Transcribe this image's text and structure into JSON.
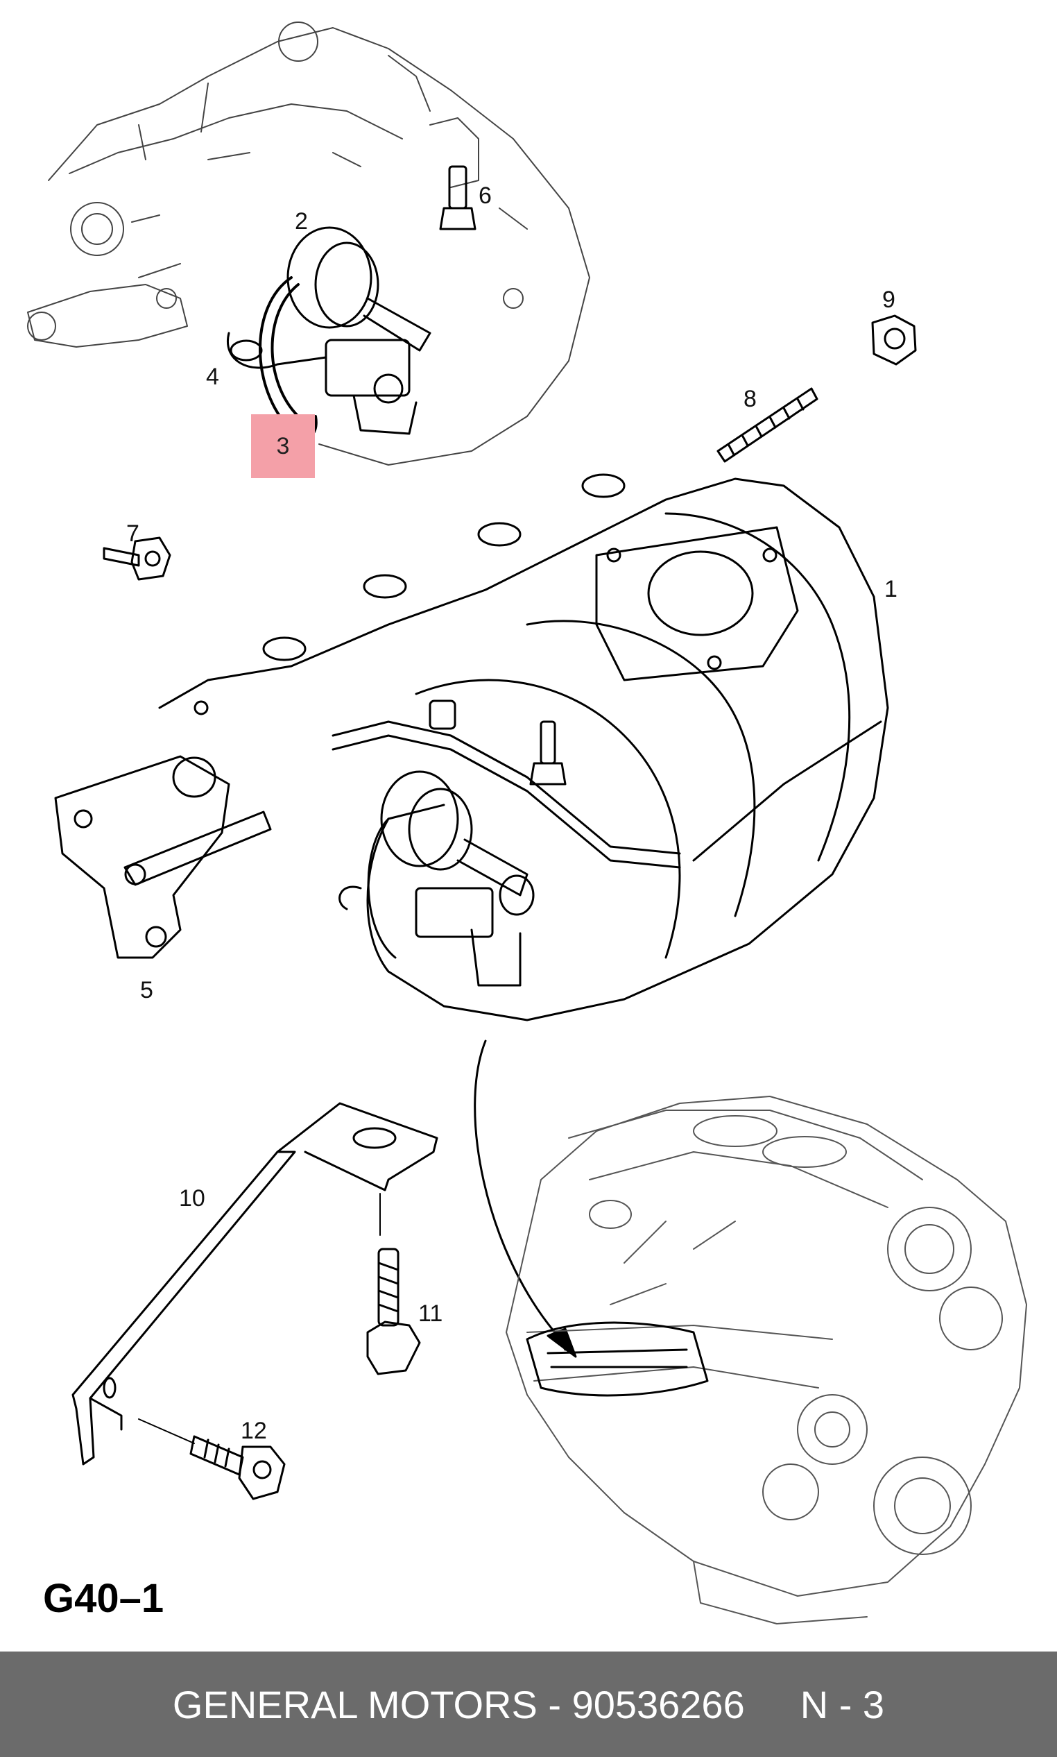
{
  "callouts": {
    "c1": "1",
    "c2": "2",
    "c3": "3",
    "c4": "4",
    "c5": "5",
    "c6": "6",
    "c7": "7",
    "c8": "8",
    "c9": "9",
    "c10": "10",
    "c11": "11",
    "c12": "12"
  },
  "highlighted_callout": "3",
  "highlight_color": "#f4a0a8",
  "figure_code": "G40–1",
  "footer": {
    "brand_part": "GENERAL MOTORS - 90536266",
    "ref": "N - 3",
    "background": "#6b6b6b"
  }
}
